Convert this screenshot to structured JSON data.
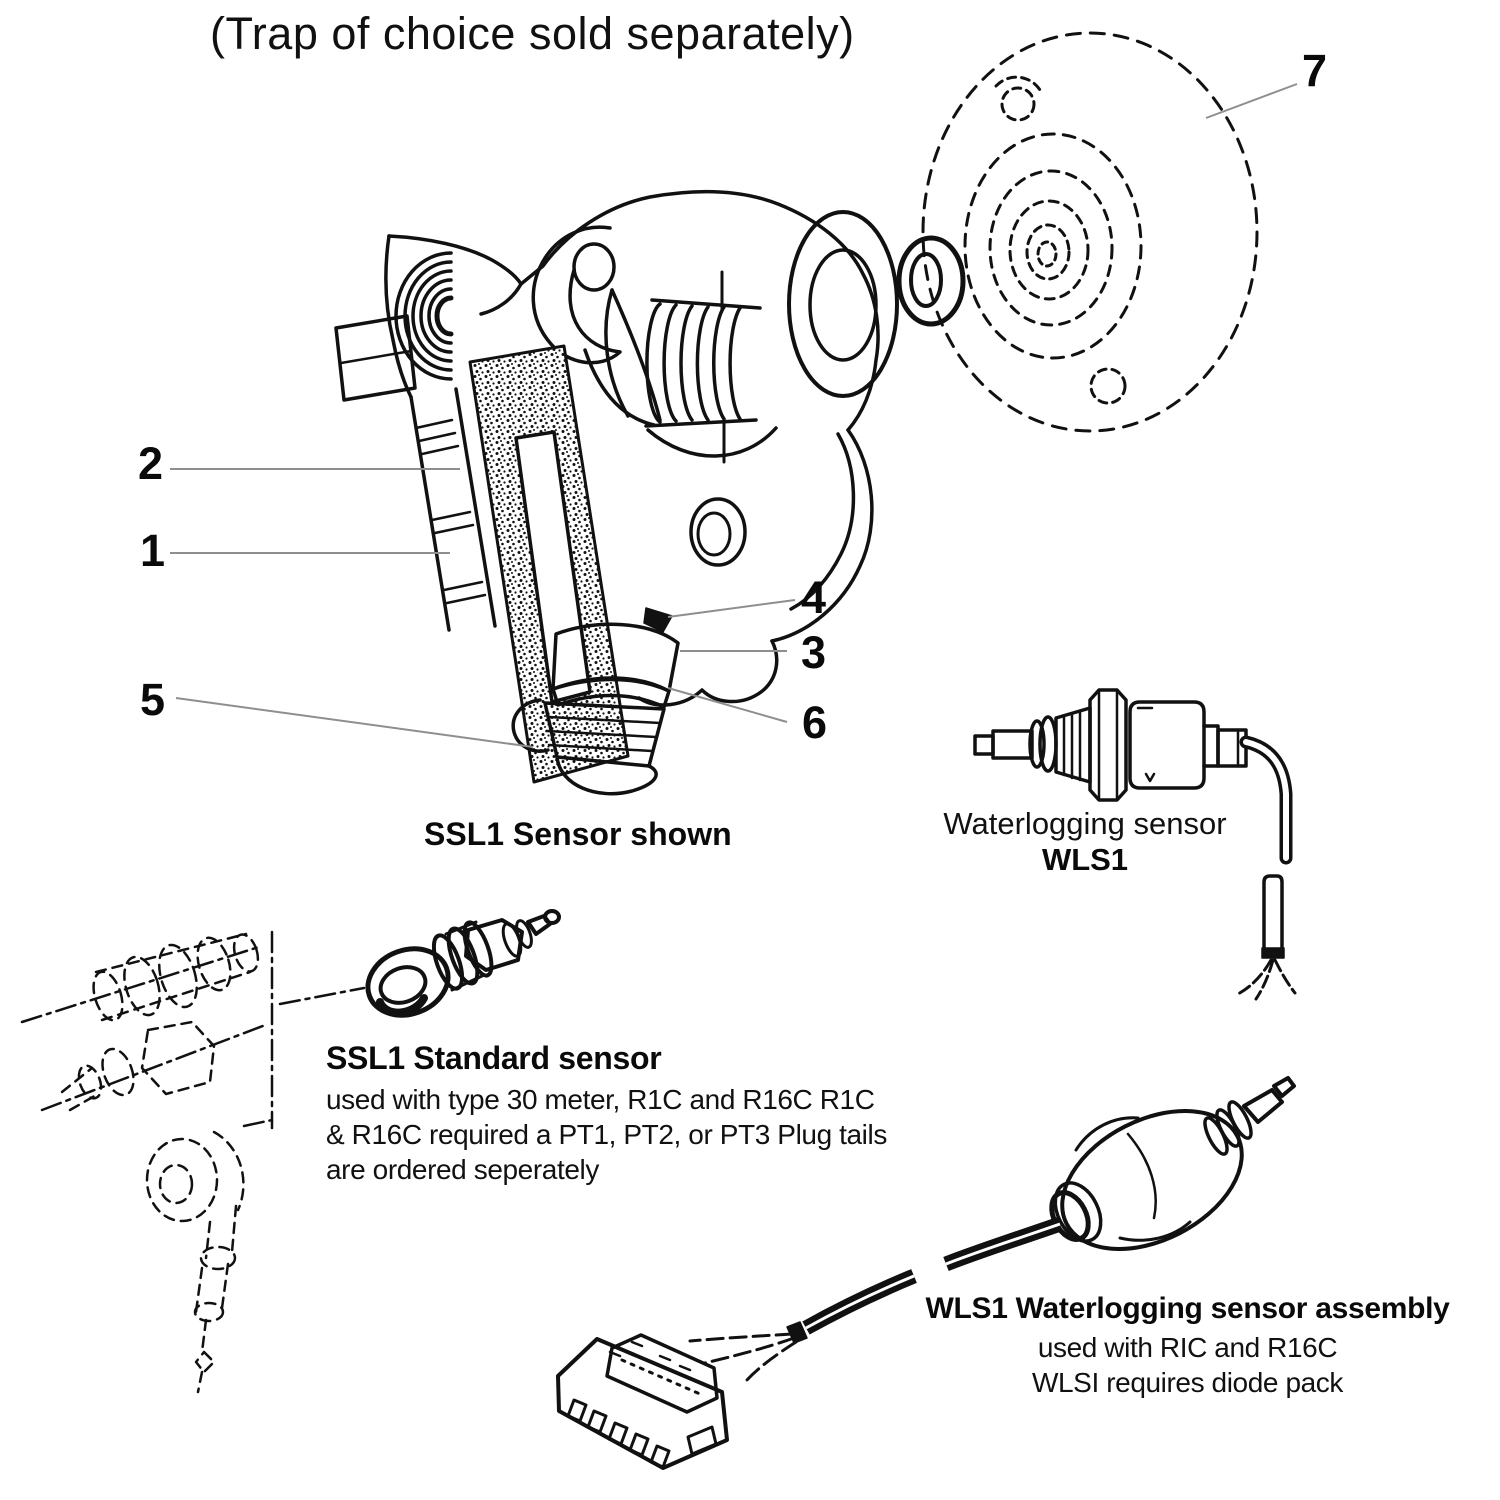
{
  "colors": {
    "ink": "#111111",
    "leader": "#8e8e8e",
    "background": "#ffffff"
  },
  "header": {
    "note": "(Trap of choice sold separately)"
  },
  "ssl1_assembly": {
    "caption": "SSL1 Sensor shown",
    "callouts": [
      "1",
      "2",
      "3",
      "4",
      "5",
      "6",
      "7"
    ]
  },
  "wls1_sensor": {
    "label": "Waterlogging sensor",
    "model": "WLS1"
  },
  "ssl1_standard": {
    "heading": "SSL1 Standard sensor",
    "line1": "used with type 30 meter, R1C and R16C R1C",
    "line2": "& R16C required a PT1, PT2, or PT3 Plug tails",
    "line3": "are ordered seperately"
  },
  "wls1_assembly": {
    "heading": "WLS1 Waterlogging sensor assembly",
    "line1": "used with RIC and R16C",
    "line2": "WLSI requires diode pack"
  }
}
